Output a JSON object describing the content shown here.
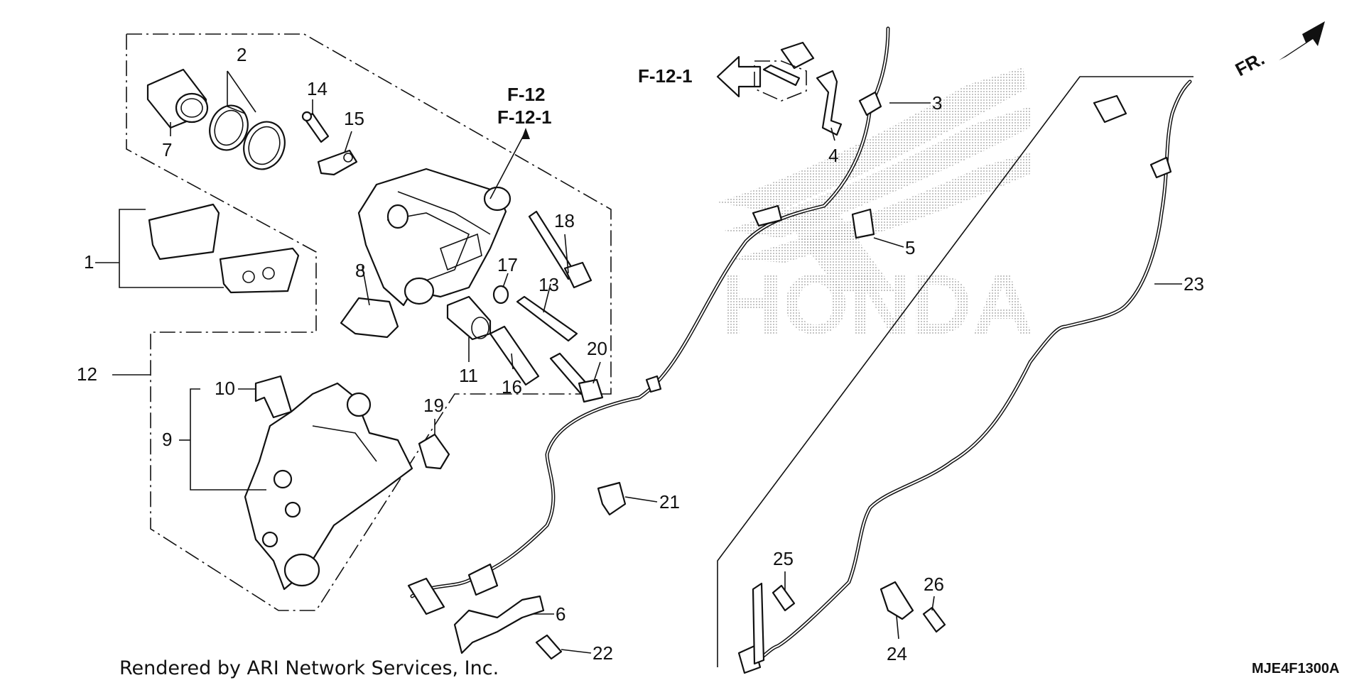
{
  "diagram": {
    "callouts": [
      "1",
      "2",
      "3",
      "4",
      "5",
      "6",
      "7",
      "8",
      "9",
      "10",
      "11",
      "12",
      "13",
      "14",
      "15",
      "16",
      "17",
      "18",
      "19",
      "20",
      "21",
      "22",
      "23",
      "24",
      "25",
      "26"
    ],
    "refs": {
      "a": "F-12",
      "b": "F-12-1",
      "c": "F-12-1"
    },
    "direction_label": "FR.",
    "watermark": "HONDA",
    "render_credit": "Rendered by ARI Network Services, Inc.",
    "diagram_code": "MJE4F1300A"
  }
}
